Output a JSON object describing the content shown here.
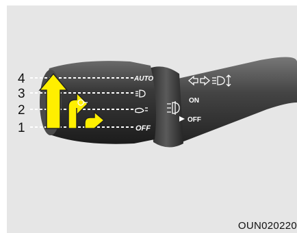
{
  "positions": [
    {
      "number": "4",
      "mode": "AUTO"
    },
    {
      "number": "3",
      "mode": ""
    },
    {
      "number": "2",
      "mode": ""
    },
    {
      "number": "1",
      "mode": "OFF"
    }
  ],
  "fog_ring": {
    "on_label": "ON",
    "off_label": "OFF"
  },
  "image_code": "OUN020220",
  "colors": {
    "background": "#e6e6e6",
    "arrow_fill": "#ffef00",
    "stalk_dark": "#2e2e2e",
    "label_text": "#ffffff"
  },
  "icons": [
    "turn-signal-icon",
    "high-beam-icon",
    "low-beam-icon",
    "parking-light-icon",
    "front-fog-light-icon",
    "position-pointer-icon"
  ]
}
